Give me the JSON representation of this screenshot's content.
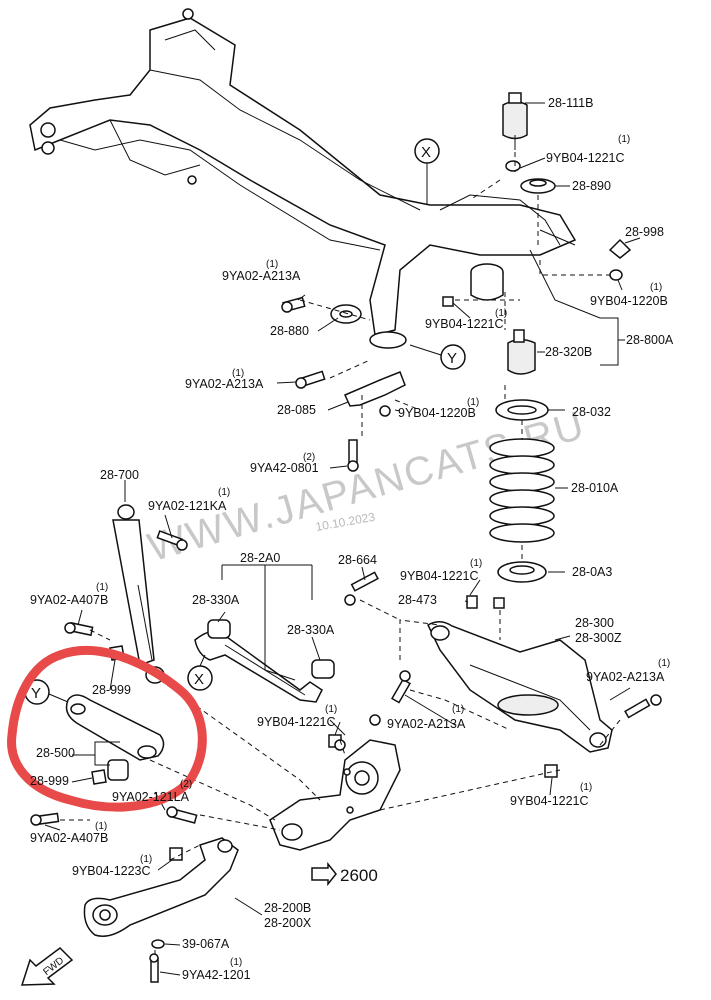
{
  "diagram": {
    "center_ref": "2600",
    "markers": {
      "x": "X",
      "y": "Y"
    },
    "fwd_label": "FWD",
    "labels": {
      "p28_111B": "28-111B",
      "p9YB04_1221C_a_qty": "(1)",
      "p9YB04_1221C_a": "9YB04-1221C",
      "p28_890": "28-890",
      "p28_998": "28-998",
      "p9YB04_1220B_a_qty": "(1)",
      "p9YB04_1220B_a": "9YB04-1220B",
      "p28_800A": "28-800A",
      "p28_320B": "28-320B",
      "p9YA02_A213A_a_qty": "(1)",
      "p9YA02_A213A_a": "9YA02-A213A",
      "p28_880": "28-880",
      "p9YB04_1221C_b_qty": "(1)",
      "p9YB04_1221C_b": "9YB04-1221C",
      "p9YA02_A213A_b_qty": "(1)",
      "p9YA02_A213A_b": "9YA02-A213A",
      "p28_085": "28-085",
      "p9YB04_1220B_b_qty": "(1)",
      "p9YB04_1220B_b": "9YB04-1220B",
      "p28_032": "28-032",
      "p9YA42_0801_qty": "(2)",
      "p9YA42_0801": "9YA42-0801",
      "p28_010A": "28-010A",
      "p28_700": "28-700",
      "p9YA02_121KA_qty": "(1)",
      "p9YA02_121KA": "9YA02-121KA",
      "p28_2A0": "28-2A0",
      "p28_664": "28-664",
      "p9YB04_1221C_c_qty": "(1)",
      "p9YB04_1221C_c": "9YB04-1221C",
      "p28_0A3": "28-0A3",
      "p9YA02_A407B_a_qty": "(1)",
      "p9YA02_A407B_a": "9YA02-A407B",
      "p28_330A_a": "28-330A",
      "p28_330A_b": "28-330A",
      "p28_473": "28-473",
      "p28_300": "28-300",
      "p28_300Z": "28-300Z",
      "p28_999_a": "28-999",
      "p9YA02_A213A_c_qty": "(1)",
      "p9YA02_A213A_c": "9YA02-A213A",
      "p9YB04_1221C_d_qty": "(1)",
      "p9YB04_1221C_d": "9YB04-1221C",
      "p9YA02_A213A_d_qty": "(1)",
      "p9YA02_A213A_d": "9YA02-A213A",
      "p28_500": "28-500",
      "p28_999_b": "28-999",
      "p9YA02_121LA_qty": "(2)",
      "p9YA02_121LA": "9YA02-121LA",
      "p9YB04_1221C_e_qty": "(1)",
      "p9YB04_1221C_e": "9YB04-1221C",
      "p9YA02_A407B_b_qty": "(1)",
      "p9YA02_A407B_b": "9YA02-A407B",
      "p9YB04_1223C_qty": "(1)",
      "p9YB04_1223C": "9YB04-1223C",
      "p28_200B": "28-200B",
      "p28_200X": "28-200X",
      "p39_067A": "39-067A",
      "p9YA42_1201_qty": "(1)",
      "p9YA42_1201": "9YA42-1201"
    }
  },
  "watermark": {
    "site": "WWW.JAPANCATS.RU",
    "date": "10.10.2023",
    "color": "#c8c8c8"
  },
  "highlight": {
    "color": "#e84a4a"
  }
}
